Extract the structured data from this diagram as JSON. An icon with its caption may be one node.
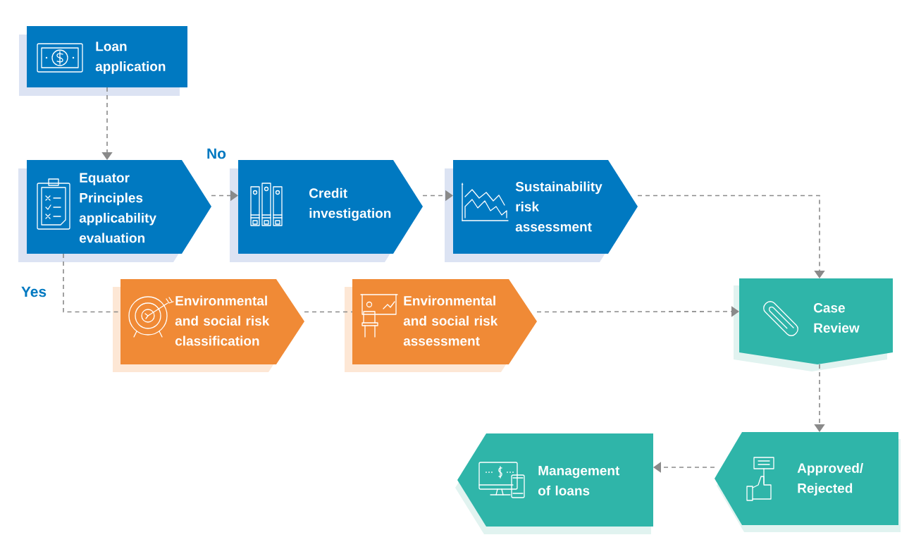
{
  "diagram": {
    "nodes": [
      {
        "text": [
          "Loan application"
        ]
      },
      {
        "text": [
          "Equator Principles applicability evaluation"
        ]
      },
      {
        "text": [
          "Credit investigation"
        ]
      },
      {
        "text": [
          "Sustainability risk assessment"
        ]
      },
      {
        "text": [
          "Environmental and social risk classification"
        ]
      },
      {
        "text": [
          "Environmental and social risk assessment"
        ]
      },
      {
        "text": [
          "Case Review"
        ]
      },
      {
        "text": [
          "Approved/ Rejected"
        ]
      },
      {
        "text": [
          "Management of loans"
        ]
      }
    ],
    "edges": [
      {
        "from": 0,
        "to": 1,
        "arrow": "to",
        "style": "dashed"
      },
      {
        "from": 1,
        "to": 2,
        "arrow": "to",
        "style": "dashed",
        "label": "No"
      },
      {
        "from": 2,
        "to": 3,
        "arrow": "to",
        "style": "dashed"
      },
      {
        "from": 3,
        "to": 6,
        "arrow": "to",
        "style": "dashed"
      },
      {
        "from": 1,
        "to": 4,
        "arrow": "none",
        "style": "dashed",
        "label": "Yes"
      },
      {
        "from": 4,
        "to": 5,
        "arrow": "none",
        "style": "dashed"
      },
      {
        "from": 5,
        "to": 6,
        "arrow": "to",
        "style": "dashed"
      },
      {
        "from": 6,
        "to": 7,
        "arrow": "to",
        "style": "dashed"
      },
      {
        "from": 7,
        "to": 8,
        "arrow": "to",
        "style": "dashed"
      }
    ]
  }
}
